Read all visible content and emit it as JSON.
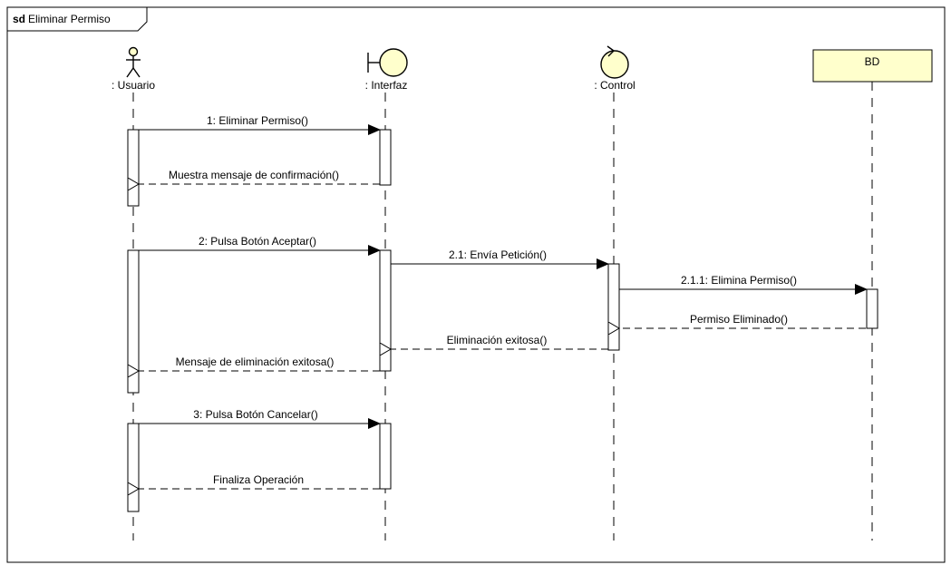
{
  "frame": {
    "keyword": "sd",
    "name": "Eliminar Permiso"
  },
  "colors": {
    "fill": "#ffffcc",
    "stroke": "#000000",
    "background": "#ffffff"
  },
  "lifelines": [
    {
      "id": "usuario",
      "kind": "actor-icon",
      "label": ": Usuario"
    },
    {
      "id": "interfaz",
      "kind": "boundary-icon",
      "label": ": Interfaz"
    },
    {
      "id": "control",
      "kind": "control-icon",
      "label": ": Control"
    },
    {
      "id": "bd",
      "kind": "box",
      "label": "BD"
    }
  ],
  "messages": [
    {
      "label": "1: Eliminar Permiso()",
      "type": "sync"
    },
    {
      "label": "Muestra mensaje de confirmación()",
      "type": "return"
    },
    {
      "label": "2: Pulsa Botón Aceptar()",
      "type": "sync"
    },
    {
      "label": "2.1: Envía Petición()",
      "type": "sync"
    },
    {
      "label": "2.1.1: Elimina Permiso()",
      "type": "sync"
    },
    {
      "label": "Permiso Eliminado()",
      "type": "return"
    },
    {
      "label": "Eliminación exitosa()",
      "type": "return"
    },
    {
      "label": "Mensaje de eliminación exitosa()",
      "type": "return"
    },
    {
      "label": "3: Pulsa Botón Cancelar()",
      "type": "sync"
    },
    {
      "label": "Finaliza Operación",
      "type": "return"
    }
  ]
}
